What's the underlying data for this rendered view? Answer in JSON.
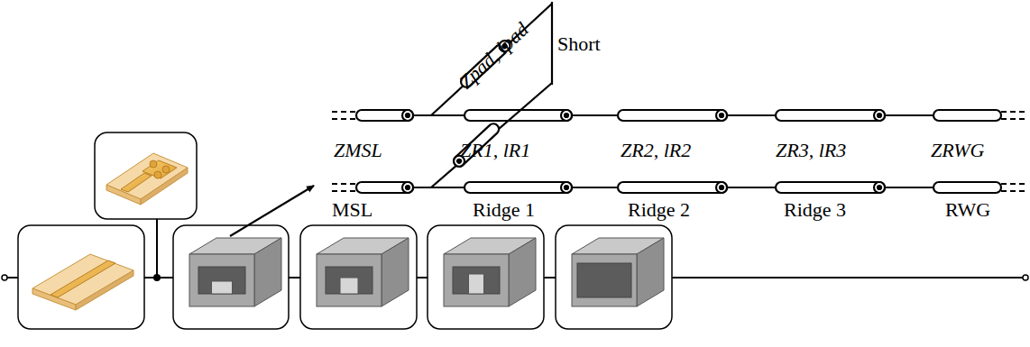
{
  "diagram": {
    "labels": [
      "Zpad, lpad",
      "Short",
      "ZMSL",
      "ZR1, lR1",
      "ZR2, lR2",
      "ZR3, lR3",
      "ZRWG",
      "MSL",
      "Ridge 1",
      "Ridge 2",
      "Ridge 3",
      "RWG"
    ]
  }
}
